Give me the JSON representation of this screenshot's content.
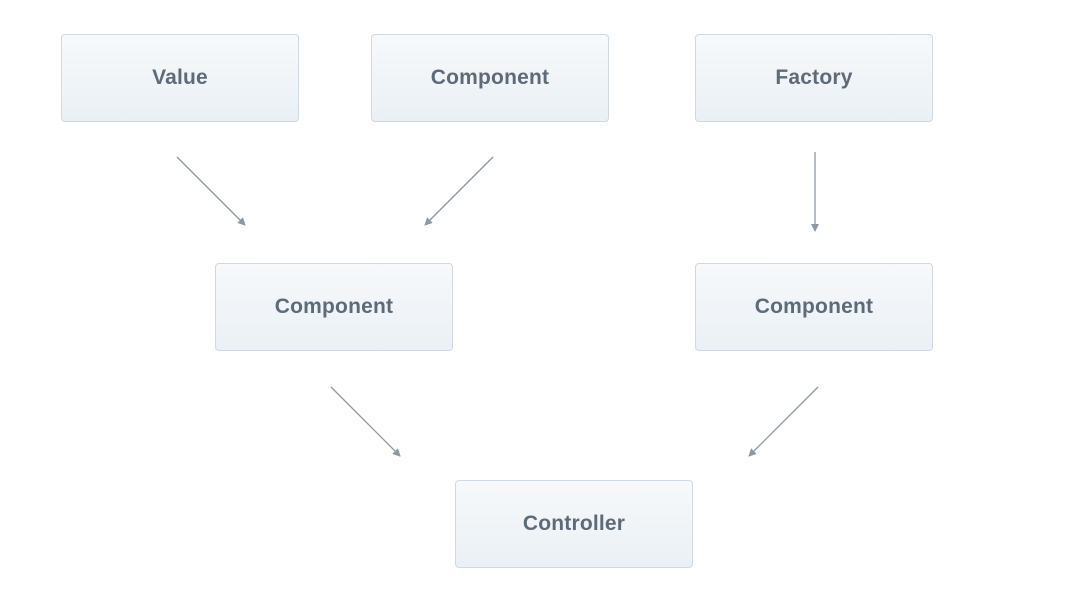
{
  "diagram": {
    "nodes": [
      {
        "id": "value",
        "label": "Value"
      },
      {
        "id": "component_top",
        "label": "Component"
      },
      {
        "id": "factory",
        "label": "Factory"
      },
      {
        "id": "component_left",
        "label": "Component"
      },
      {
        "id": "component_right",
        "label": "Component"
      },
      {
        "id": "controller",
        "label": "Controller"
      }
    ],
    "edges": [
      {
        "from": "value",
        "to": "component_left"
      },
      {
        "from": "component_top",
        "to": "component_left"
      },
      {
        "from": "factory",
        "to": "component_right"
      },
      {
        "from": "component_left",
        "to": "controller"
      },
      {
        "from": "component_right",
        "to": "controller"
      }
    ],
    "colors": {
      "node_text": "#5d6b78",
      "node_border": "#cfd9e2",
      "node_fill_top": "#f7f9fb",
      "node_fill_bottom": "#eaf0f5",
      "arrow": "#8c98a3"
    }
  }
}
